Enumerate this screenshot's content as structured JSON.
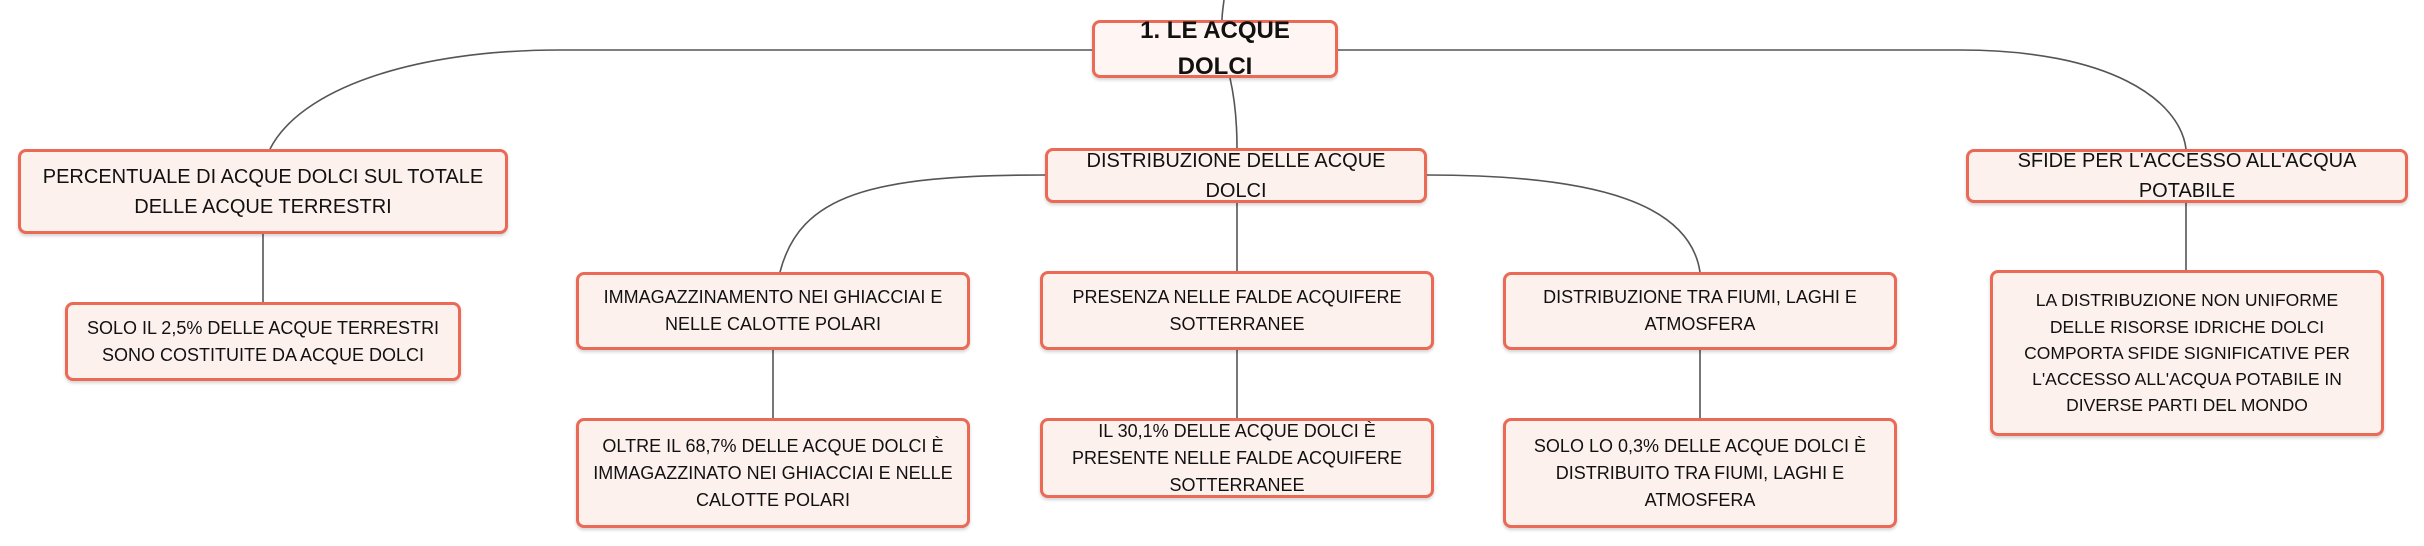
{
  "map": {
    "root": "1. LE ACQUE DOLCI",
    "branch_left": {
      "title": "PERCENTUALE DI ACQUE DOLCI SUL TOTALE DELLE ACQUE TERRESTRI",
      "detail": "SOLO IL 2,5% DELLE ACQUE TERRESTRI SONO COSTITUITE DA ACQUE DOLCI"
    },
    "branch_center": {
      "title": "DISTRIBUZIONE DELLE ACQUE DOLCI",
      "children": [
        {
          "title": "IMMAGAZZINAMENTO NEI GHIACCIAI E NELLE CALOTTE POLARI",
          "detail": "OLTRE IL 68,7% DELLE ACQUE DOLCI È IMMAGAZZINATO NEI GHIACCIAI E NELLE CALOTTE POLARI"
        },
        {
          "title": "PRESENZA NELLE FALDE ACQUIFERE SOTTERRANEE",
          "detail": "IL 30,1% DELLE ACQUE DOLCI È PRESENTE NELLE FALDE ACQUIFERE SOTTERRANEE"
        },
        {
          "title": "DISTRIBUZIONE TRA FIUMI, LAGHI E ATMOSFERA",
          "detail": "SOLO LO 0,3% DELLE ACQUE DOLCI È DISTRIBUITO TRA FIUMI, LAGHI E ATMOSFERA"
        }
      ]
    },
    "branch_right": {
      "title": "SFIDE PER L'ACCESSO ALL'ACQUA POTABILE",
      "detail": "LA DISTRIBUZIONE NON UNIFORME DELLE RISORSE IDRICHE DOLCI COMPORTA SFIDE SIGNIFICATIVE PER L'ACCESSO ALL'ACQUA POTABILE IN DIVERSE PARTI DEL MONDO"
    }
  }
}
